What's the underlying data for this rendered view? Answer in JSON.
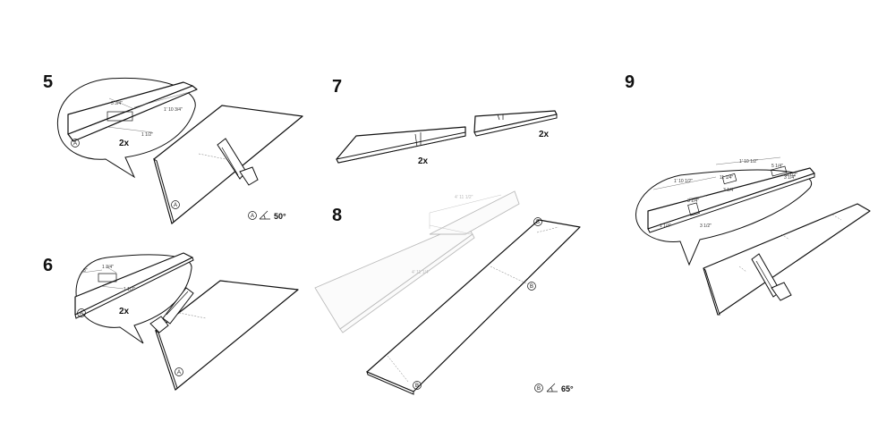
{
  "steps": {
    "s5": {
      "number": "5",
      "multiplier": "2x",
      "dims": [
        "3 3/4\"",
        "1' 10 3/4\"",
        "1 1/2\""
      ],
      "marker": "A",
      "legend": {
        "marker": "A",
        "angle": "50°"
      }
    },
    "s6": {
      "number": "6",
      "multiplier": "2x",
      "dims": [
        "3\"",
        "1 3/4\"",
        "1 1/2\""
      ],
      "marker": "A"
    },
    "s7": {
      "number": "7",
      "multiplier_left": "2x",
      "multiplier_right": "2x"
    },
    "s8": {
      "number": "8",
      "dims": [
        "4' 11 1/2\"",
        "4' 11 1/4\""
      ],
      "marker": "B",
      "legend": {
        "marker": "B",
        "angle": "65°"
      }
    },
    "s9": {
      "number": "9",
      "dims": [
        "1' 10 1/2\"",
        "1' 10 1/2\"",
        "5 1/4\"",
        "3 1/4\"",
        "11 1/4\"",
        "3 1/4\"",
        "1 1/4\"",
        "3 1/2\"",
        "3 1/4\"",
        "3 1/2\""
      ]
    }
  },
  "icons": [
    "saw-icon",
    "angle-icon",
    "callout-bubble"
  ]
}
